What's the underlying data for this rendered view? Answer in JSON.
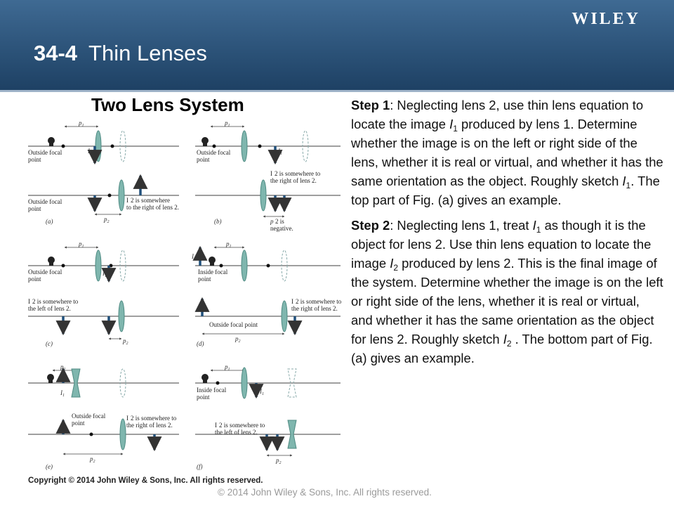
{
  "header": {
    "brand": "WILEY",
    "section_number": "34-4",
    "title": "Thin Lenses"
  },
  "section_title": "Two Lens System",
  "step1": {
    "label": "Step 1",
    "text_a": ": Neglecting lens 2, use thin lens equation to locate the image ",
    "var": "I",
    "sub": "1",
    "text_b": " produced by lens 1. Determine whether the image is on the left or right side of the lens, whether it is real or virtual, and whether it has the same orientation as the object. Roughly sketch ",
    "var2": "I",
    "sub2": "1",
    "text_c": ". The top part of Fig. (a) gives an example."
  },
  "step2": {
    "label": "Step 2",
    "text_a": ": Neglecting lens 1, treat ",
    "var": "I",
    "sub": "1",
    "text_b": " as though it is the object for lens 2. Use thin lens equation to locate the image ",
    "var2": "I",
    "sub2": "2",
    "text_c": " produced by lens 2. This is the final image of the system. Determine whether the image is on the left or right side of the lens, whether it is real or virtual, and whether it has the same orientation as the object for lens 2. Roughly sketch ",
    "var3": "I",
    "sub3": "2",
    "text_d": " . The bottom part of Fig. (a) gives an example."
  },
  "figure": {
    "p1": "p",
    "p1_sub": "1",
    "p2": "p",
    "p2_sub": "2",
    "I1": "I",
    "I1_sub": "1",
    "outside_focal_1": "Outside focal",
    "outside_focal_2": "point",
    "inside_focal_1": "Inside focal",
    "inside_focal_2": "point",
    "outside_focal_point": "Outside focal point",
    "i2_right_a1": "I",
    "i2_right_a2": "2 is somewhere",
    "i2_right_a3": "to the right of lens 2.",
    "i2_right_b2": "2 is somewhere to",
    "i2_right_b3": "the right of lens 2.",
    "i2_left_1": "2 is somewhere to",
    "i2_left_2": "the left of lens 2.",
    "p2_negative_1": "2 is",
    "p2_negative_2": "negative.",
    "label_a": "(a)",
    "label_b": "(b)",
    "label_c": "(c)",
    "label_d": "(d)",
    "label_e": "(e)",
    "label_f": "(f)"
  },
  "copyright_figure": "Copyright © 2014 John Wiley & Sons, Inc. All rights reserved.",
  "footer": "© 2014 John Wiley & Sons, Inc. All rights reserved."
}
